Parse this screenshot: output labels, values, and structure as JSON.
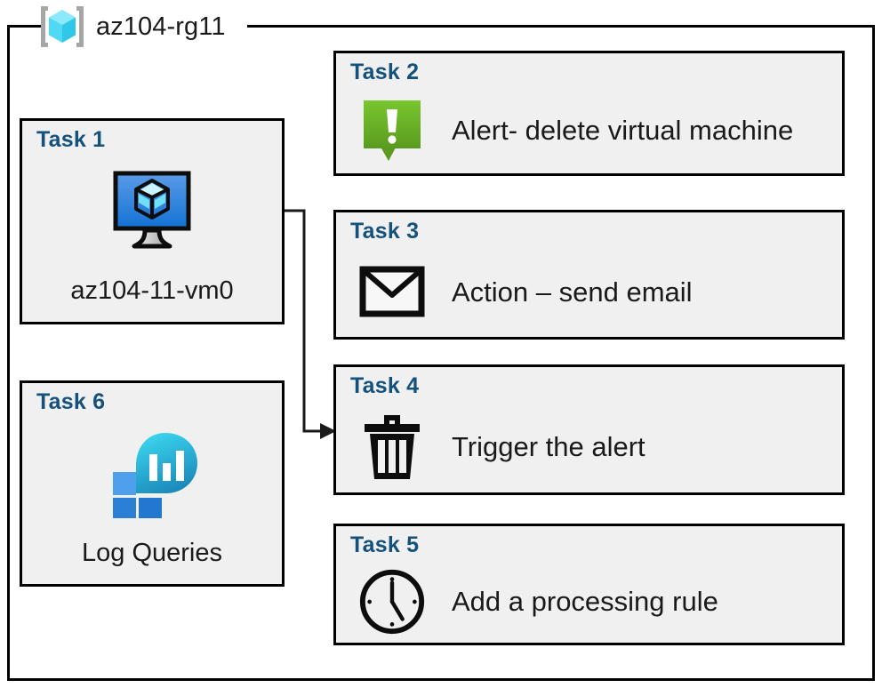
{
  "resource_group": {
    "name": "az104-rg11",
    "icon": "resource-group-cube-icon"
  },
  "colors": {
    "task_heading": "#14517c",
    "card_background": "#f0f0f0",
    "card_border": "#000000",
    "alert_green_light": "#76c22e",
    "alert_green_dark": "#5fa021",
    "vm_screen_light": "#5b9be8",
    "vm_screen_dark": "#1272d4",
    "log_blob_light": "#32d0ea",
    "log_blob_dark": "#1a86b8",
    "log_square_light": "#4fa0ec",
    "log_square_dark": "#2b7fd4",
    "cube_light": "#8ae9fb",
    "cube_mid": "#4fd9f5",
    "bracket_gray": "#a6a6a6"
  },
  "cards": [
    {
      "id": "task1",
      "title": "Task 1",
      "caption": "az104-11-vm0",
      "icon": "virtual-machine-icon",
      "layout": "vertical"
    },
    {
      "id": "task2",
      "title": "Task 2",
      "caption": "Alert- delete virtual machine",
      "icon": "alert-bubble-icon",
      "layout": "horizontal"
    },
    {
      "id": "task3",
      "title": "Task 3",
      "caption": "Action – send email",
      "icon": "envelope-icon",
      "layout": "horizontal"
    },
    {
      "id": "task4",
      "title": "Task 4",
      "caption": "Trigger the alert",
      "icon": "trash-delete-icon",
      "layout": "horizontal"
    },
    {
      "id": "task5",
      "title": "Task 5",
      "caption": "Add a processing rule",
      "icon": "clock-icon",
      "layout": "horizontal"
    },
    {
      "id": "task6",
      "title": "Task 6",
      "caption": "Log Queries",
      "icon": "log-analytics-icon",
      "layout": "vertical"
    }
  ],
  "connector": {
    "from": "task1-virtual-machine-icon",
    "to": "task4-card",
    "arrow": "right-arrowhead"
  }
}
